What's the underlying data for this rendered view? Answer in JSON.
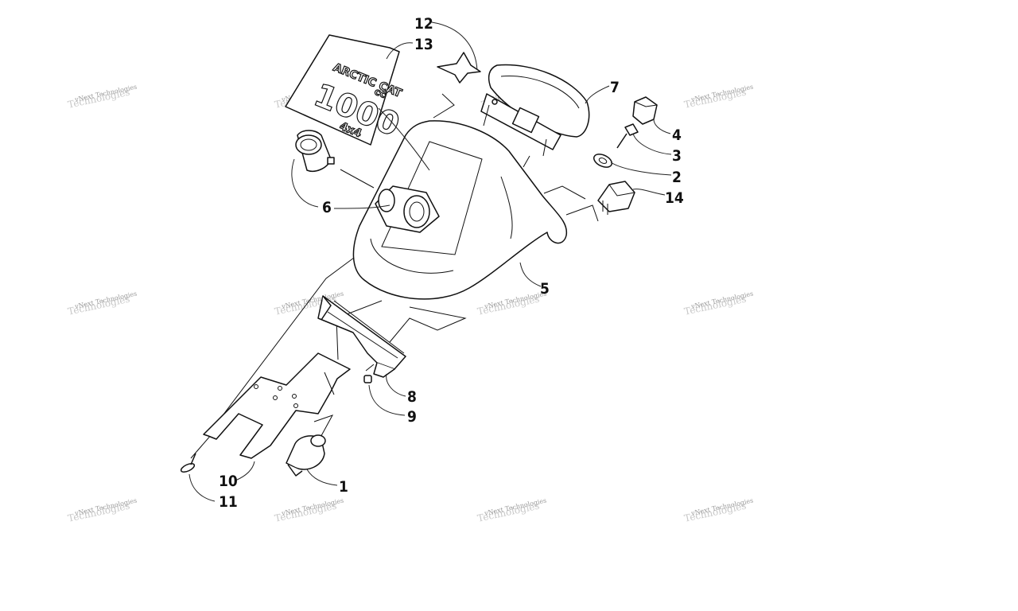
{
  "callouts": {
    "c1": "1",
    "c2": "2",
    "c3": "3",
    "c4": "4",
    "c5": "5",
    "c6": "6",
    "c7": "7",
    "c8": "8",
    "c9": "9",
    "c10": "10",
    "c11": "11",
    "c12": "12",
    "c13": "13",
    "c14": "14"
  },
  "watermark": {
    "line1": "vNext Technologies",
    "line2": "Technologies"
  },
  "decal": {
    "brand": "ARCTIC CAT",
    "model": "1000",
    "model_suffix": "cc",
    "variant": "4x4"
  }
}
